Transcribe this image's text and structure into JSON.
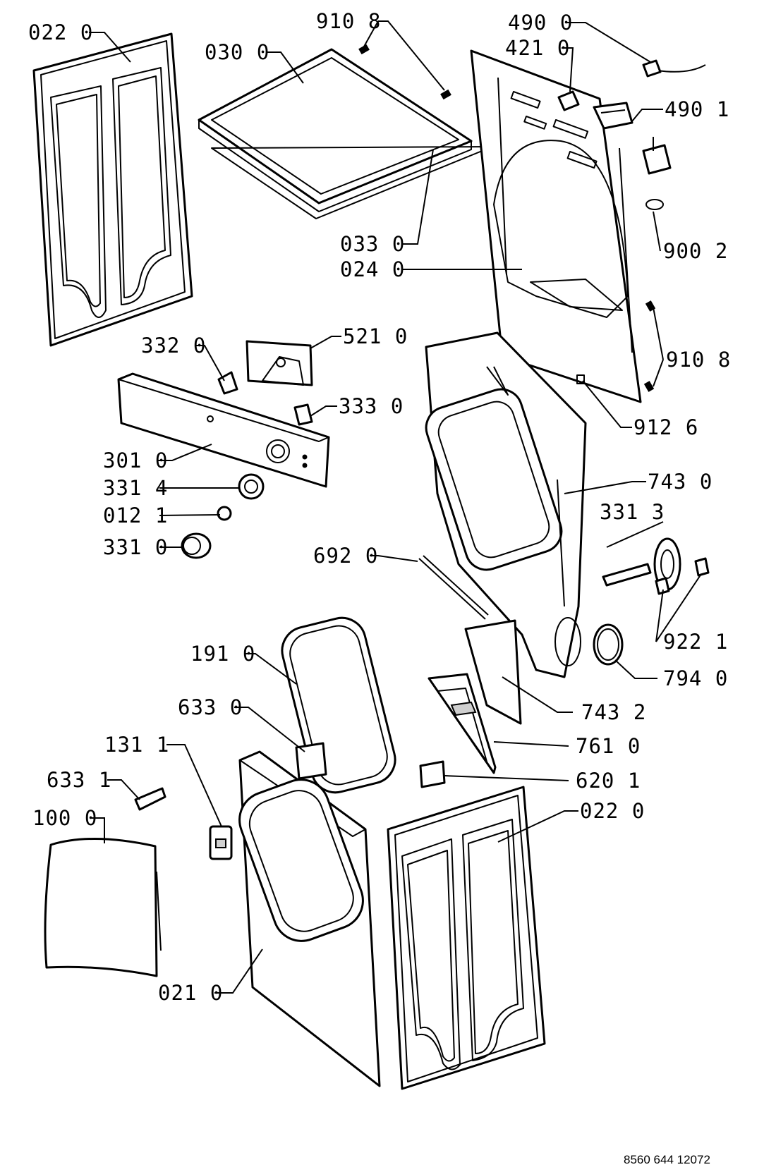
{
  "diagram": {
    "document_code": "8560 644 12072",
    "callouts": [
      {
        "id": "side-panel-left",
        "label": "022 0"
      },
      {
        "id": "top-cover",
        "label": "030 0"
      },
      {
        "id": "screw-top",
        "label": "910 8"
      },
      {
        "id": "mains-cable",
        "label": "490 0"
      },
      {
        "id": "filter-box",
        "label": "421 0"
      },
      {
        "id": "terminal-block",
        "label": "490 1"
      },
      {
        "id": "top-cover-seal",
        "label": "033 0"
      },
      {
        "id": "cable-clip",
        "label": "900 2"
      },
      {
        "id": "back-panel",
        "label": "024 0"
      },
      {
        "id": "panel-bracket",
        "label": "332 0"
      },
      {
        "id": "pcb-electronics",
        "label": "521 0"
      },
      {
        "id": "screw-back",
        "label": "910 8"
      },
      {
        "id": "panel-clip",
        "label": "333 0"
      },
      {
        "id": "screw-front-frame",
        "label": "912 6"
      },
      {
        "id": "control-panel",
        "label": "301 0"
      },
      {
        "id": "front-frame",
        "label": "743 0"
      },
      {
        "id": "knob-dial",
        "label": "331 4"
      },
      {
        "id": "knob-spring",
        "label": "331 3"
      },
      {
        "id": "shaft-set",
        "label": "012 1"
      },
      {
        "id": "knob",
        "label": "331 0"
      },
      {
        "id": "strap",
        "label": "692 0"
      },
      {
        "id": "bearing-clip",
        "label": "922 1"
      },
      {
        "id": "door-gasket",
        "label": "191 0"
      },
      {
        "id": "drum-seal",
        "label": "794 0"
      },
      {
        "id": "door-hinge",
        "label": "633 0"
      },
      {
        "id": "insulation",
        "label": "743 2"
      },
      {
        "id": "door-lock",
        "label": "131 1"
      },
      {
        "id": "lint-filter",
        "label": "761 0"
      },
      {
        "id": "hinge-pin",
        "label": "633 1"
      },
      {
        "id": "switch",
        "label": "620 1"
      },
      {
        "id": "door",
        "label": "100 0"
      },
      {
        "id": "side-panel-right",
        "label": "022 0"
      },
      {
        "id": "front-panel",
        "label": "021 0"
      }
    ]
  }
}
